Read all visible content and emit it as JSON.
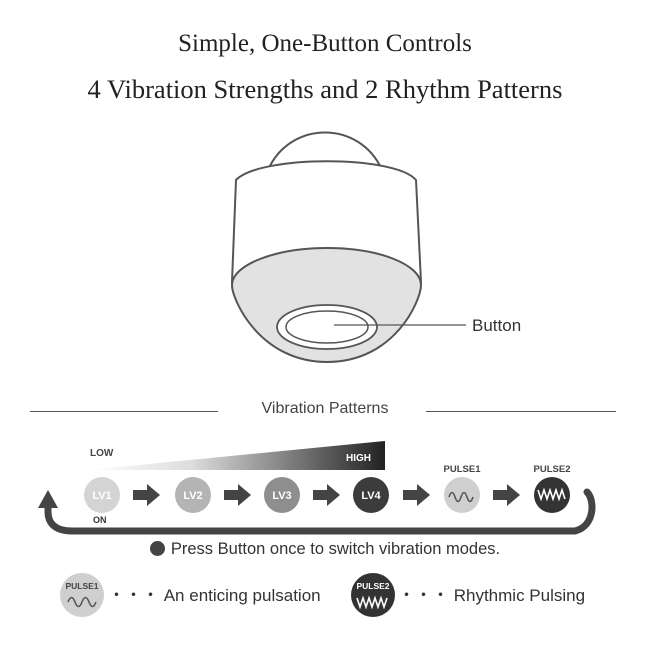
{
  "title": {
    "line1": "Simple, One-Button Controls",
    "line2": "4 Vibration Strengths and 2 Rhythm Patterns"
  },
  "device": {
    "button_label": "Button"
  },
  "section": {
    "label": "Vibration Patterns"
  },
  "scale": {
    "low": "LOW",
    "high": "HIGH"
  },
  "modes": [
    {
      "label": "LV1",
      "fill": "#d4d4d4"
    },
    {
      "label": "LV2",
      "fill": "#b4b4b4"
    },
    {
      "label": "LV3",
      "fill": "#8e8e8e"
    },
    {
      "label": "LV4",
      "fill": "#3c3c3c"
    }
  ],
  "on_label": "ON",
  "pulses": [
    {
      "label": "PULSE1",
      "fill": "#cfcfcf",
      "icon": "wave-icon"
    },
    {
      "label": "PULSE2",
      "fill": "#333333",
      "icon": "zigzag-wave-icon"
    }
  ],
  "instruction": "Press Button once to switch vibration modes.",
  "legend": [
    {
      "badge": "PULSE1",
      "text": "・・・ An enticing pulsation"
    },
    {
      "badge": "PULSE2",
      "text": "・・・ Rhythmic Pulsing"
    }
  ]
}
